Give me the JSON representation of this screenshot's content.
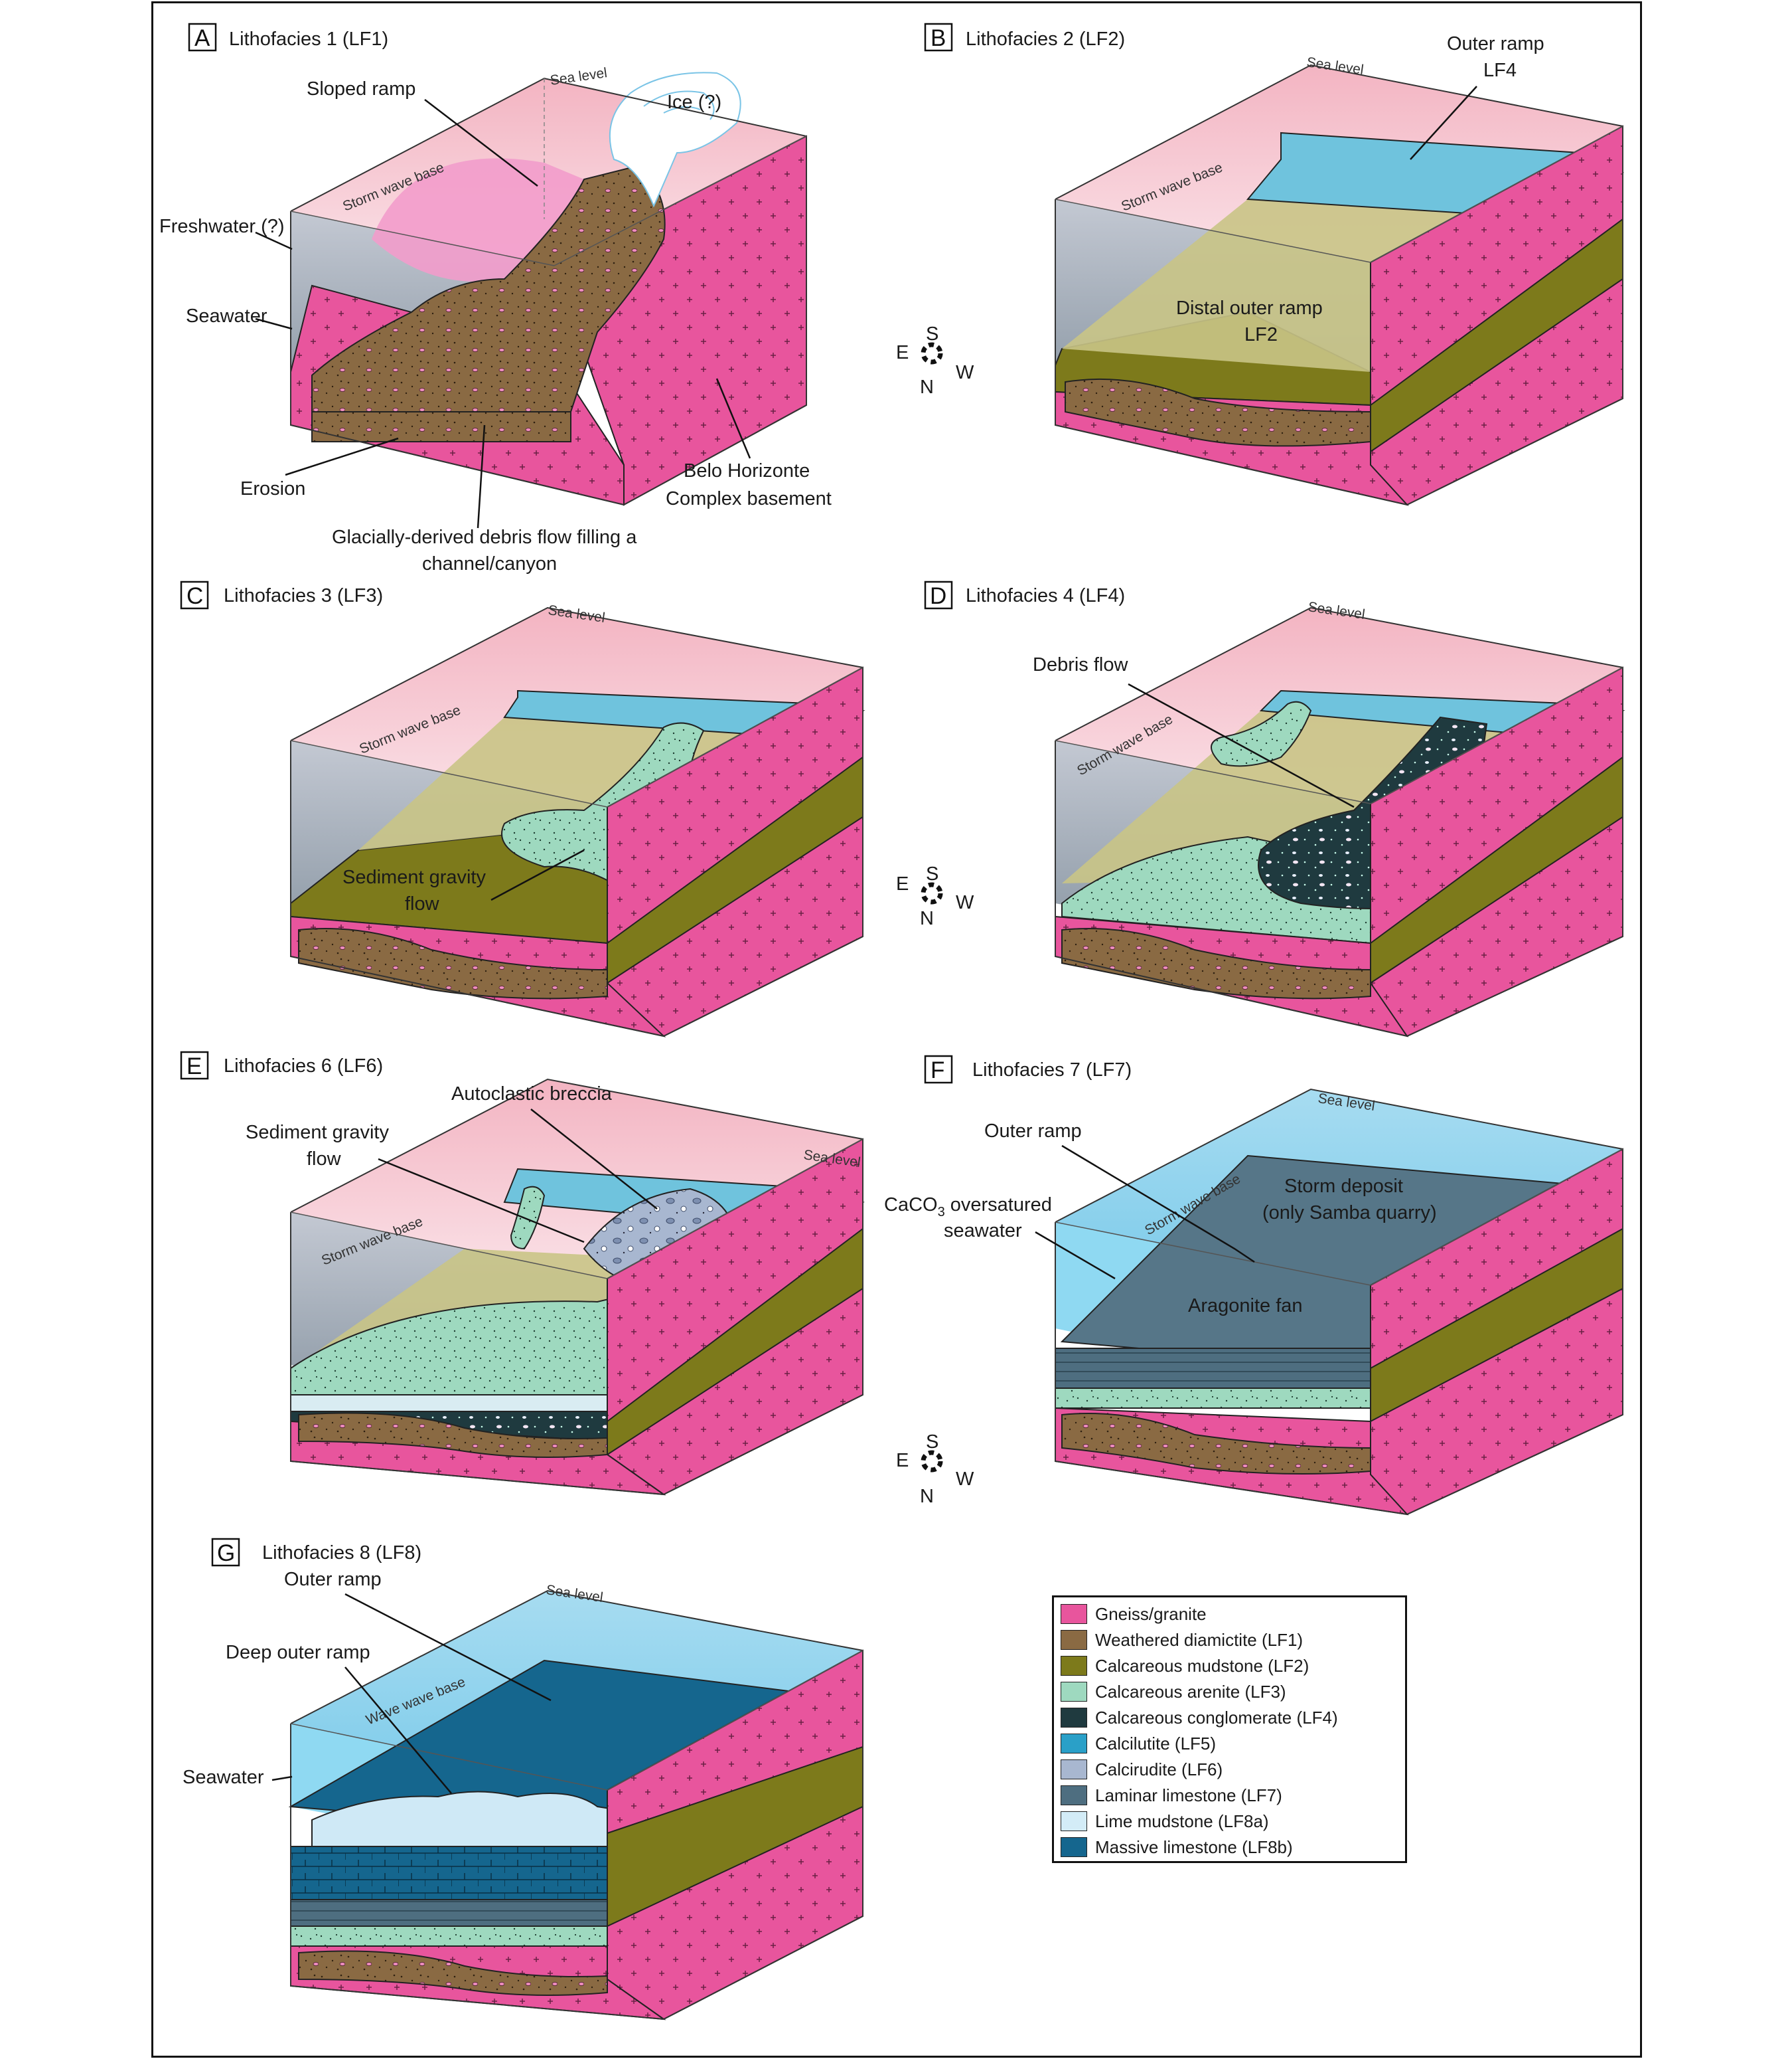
{
  "colors": {
    "gneiss": "#e8559d",
    "diamictite": "#8a6a43",
    "mudstone": "#7d7a1b",
    "arenite": "#9ed9bf",
    "conglomerate": "#1f3a3f",
    "calcilutite": "#2aa0c8",
    "calcirudite": "#a8b7d0",
    "laminar": "#4e6e80",
    "lime_mudstone": "#d3ecf7",
    "massive": "#15668e",
    "sea_pink": "#f4b6c4",
    "sea_blue": "#8fd2ee"
  },
  "compass": {
    "s": "S",
    "e": "E",
    "w": "W",
    "n": "N"
  },
  "panels": {
    "a": {
      "letter": "A",
      "title": "Lithofacies 1 (LF1)",
      "sea_level": "Sea level",
      "storm_wave_base": "Storm wave base",
      "ice": "Ice (?)",
      "sloped_ramp": "Sloped ramp",
      "freshwater": "Freshwater (?)",
      "seawater": "Seawater",
      "erosion": "Erosion",
      "basement_1": "Belo Horizonte",
      "basement_2": "Complex basement",
      "debris_1": "Glacially-derived debris flow filling a",
      "debris_2": "channel/canyon"
    },
    "b": {
      "letter": "B",
      "title": "Lithofacies 2 (LF2)",
      "sea_level": "Sea level",
      "storm_wave_base": "Storm wave base",
      "outer_ramp_1": "Outer ramp",
      "outer_ramp_2": "LF4",
      "distal_1": "Distal outer ramp",
      "distal_2": "LF2"
    },
    "c": {
      "letter": "C",
      "title": "Lithofacies 3 (LF3)",
      "sea_level": "Sea level",
      "storm_wave_base": "Storm wave base",
      "sgf_1": "Sediment gravity",
      "sgf_2": "flow"
    },
    "d": {
      "letter": "D",
      "title": "Lithofacies 4 (LF4)",
      "sea_level": "Sea level",
      "storm_wave_base": "Storm wave base",
      "debris_flow": "Debris flow"
    },
    "e": {
      "letter": "E",
      "title": "Lithofacies 6 (LF6)",
      "sea_level": "Sea level",
      "storm_wave_base": "Storm wave base",
      "autoclastic": "Autoclastic breccia",
      "sgf_1": "Sediment gravity",
      "sgf_2": "flow"
    },
    "f": {
      "letter": "F",
      "title": "Lithofacies 7 (LF7)",
      "sea_level": "Sea level",
      "storm_wave_base": "Storm wave base",
      "outer_ramp": "Outer ramp",
      "caco3_1": "CaCO",
      "caco3_sub": "3",
      "caco3_2": " oversatured",
      "caco3_3": "seawater",
      "storm_1": "Storm deposit",
      "storm_2": "(only Samba quarry)",
      "aragonite": "Aragonite fan"
    },
    "g": {
      "letter": "G",
      "title": "Lithofacies 8 (LF8)",
      "sea_level": "Sea level",
      "wave_base": "Wave wave base",
      "outer_ramp": "Outer ramp",
      "deep_outer": "Deep outer ramp",
      "seawater": "Seawater"
    }
  },
  "legend": [
    {
      "label": "Gneiss/granite",
      "color": "#e8559d"
    },
    {
      "label": "Weathered diamictite (LF1)",
      "color": "#8a6a43"
    },
    {
      "label": "Calcareous mudstone (LF2)",
      "color": "#7d7a1b"
    },
    {
      "label": "Calcareous arenite (LF3)",
      "color": "#9ed9bf"
    },
    {
      "label": "Calcareous conglomerate (LF4)",
      "color": "#1f3a3f"
    },
    {
      "label": "Calcilutite (LF5)",
      "color": "#2aa0c8"
    },
    {
      "label": "Calcirudite (LF6)",
      "color": "#a8b7d0"
    },
    {
      "label": "Laminar limestone (LF7)",
      "color": "#4e6e80"
    },
    {
      "label": "Lime mudstone (LF8a)",
      "color": "#d3ecf7"
    },
    {
      "label": "Massive limestone (LF8b)",
      "color": "#15668e"
    }
  ]
}
